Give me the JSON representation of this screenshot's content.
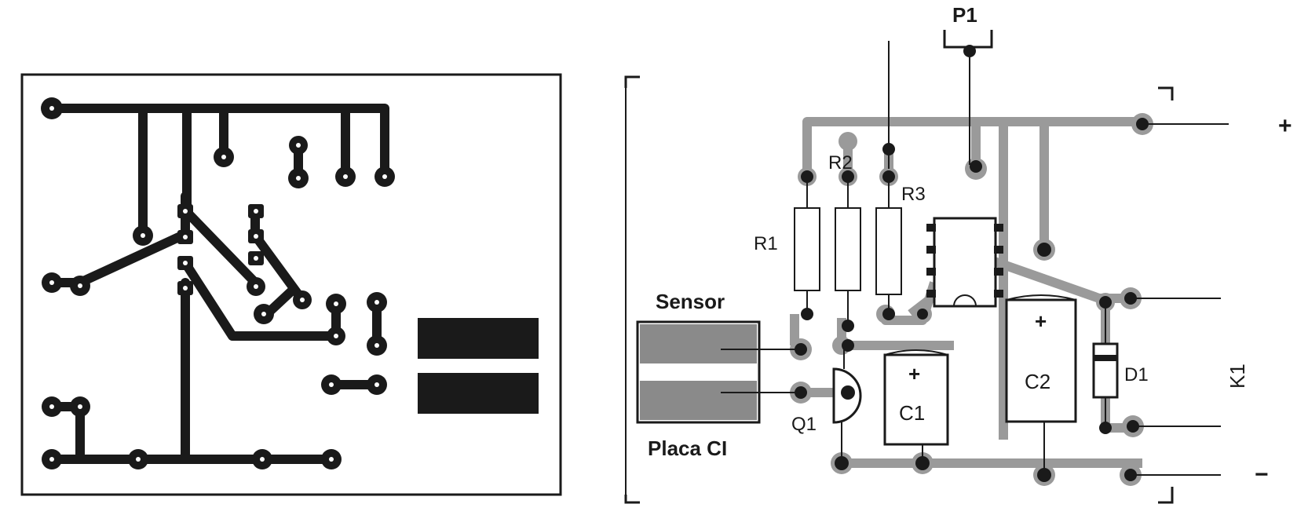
{
  "figure": {
    "pcb_title": "",
    "labels": {
      "p1": "P1",
      "r1": "R1",
      "r2": "R2",
      "r3": "R3",
      "sensor": "Sensor",
      "placa": "Placa CI",
      "q1": "Q1",
      "c1": "C1",
      "c2": "C2",
      "d1": "D1",
      "k1": "K1",
      "plus": "+",
      "minus": "−",
      "c1_plus": "+",
      "c2_plus": "+"
    }
  },
  "colors": {
    "ink": "#1a1a1a",
    "track_gray": "#9a9a9a",
    "sensor_gray": "#8a8a8a",
    "paper": "#ffffff"
  }
}
